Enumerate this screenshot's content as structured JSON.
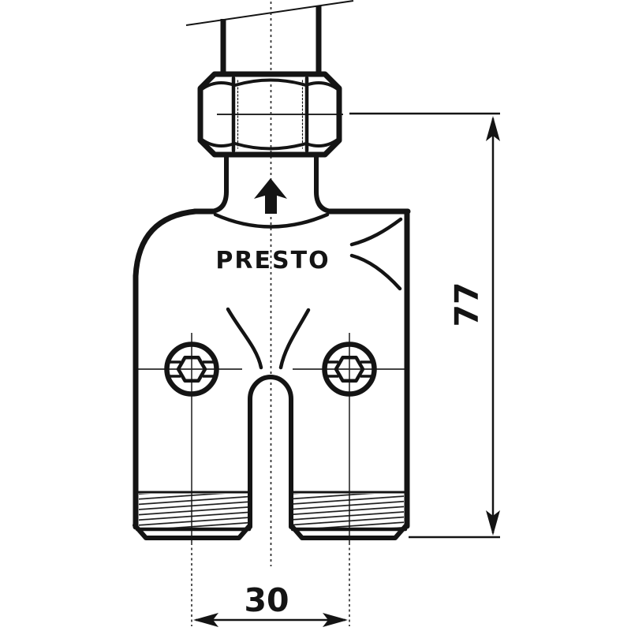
{
  "drawing": {
    "brand_label": "PRESTO",
    "dimensions": {
      "overall_height": "77",
      "hole_spacing": "30"
    },
    "colors": {
      "ink": "#141414",
      "background": "#ffffff"
    },
    "icons": {
      "flow_arrow": "up-arrow-icon"
    }
  }
}
